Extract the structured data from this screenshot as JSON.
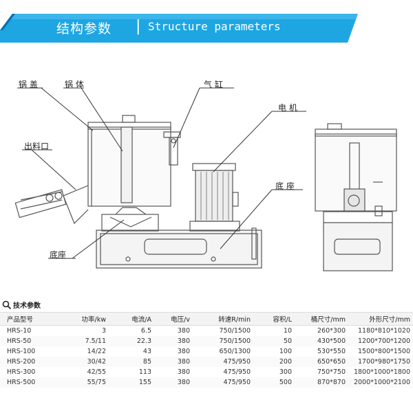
{
  "header": {
    "title_cn": "结构参数",
    "separator": "|",
    "title_en": "Structure parameters",
    "bg_color": "#1da1e0",
    "accent_color": "#0d6fa8"
  },
  "drawing": {
    "labels": {
      "pot_lid": "锅 盖",
      "pot_body": "锅 体",
      "cylinder": "气 缸",
      "motor": "电 机",
      "outlet": "出料口",
      "base_right": "底 座",
      "base_left": "底座"
    }
  },
  "params": {
    "title": "技术参数",
    "columns": [
      "产品型号",
      "功率/kw",
      "电流/A",
      "电压/v",
      "转速R/min",
      "容积/L",
      "桶尺寸/mm",
      "外形尺寸/mm"
    ],
    "rows": [
      [
        "HRS-10",
        "3",
        "6.5",
        "380",
        "750/1500",
        "10",
        "260*300",
        "1180*810*1020"
      ],
      [
        "HRS-50",
        "7.5/11",
        "22.3",
        "380",
        "750/1500",
        "50",
        "430*500",
        "1200*700*1200"
      ],
      [
        "HRS-100",
        "14/22",
        "43",
        "380",
        "650/1300",
        "100",
        "530*550",
        "1500*800*1500"
      ],
      [
        "HRS-200",
        "30/42",
        "85",
        "380",
        "475/950",
        "200",
        "650*650",
        "1700*980*1750"
      ],
      [
        "HRS-300",
        "42/55",
        "113",
        "380",
        "475/950",
        "300",
        "750*750",
        "1800*1000*1800"
      ],
      [
        "HRS-500",
        "55/75",
        "155",
        "380",
        "475/950",
        "500",
        "870*870",
        "2000*1000*2100"
      ]
    ]
  }
}
